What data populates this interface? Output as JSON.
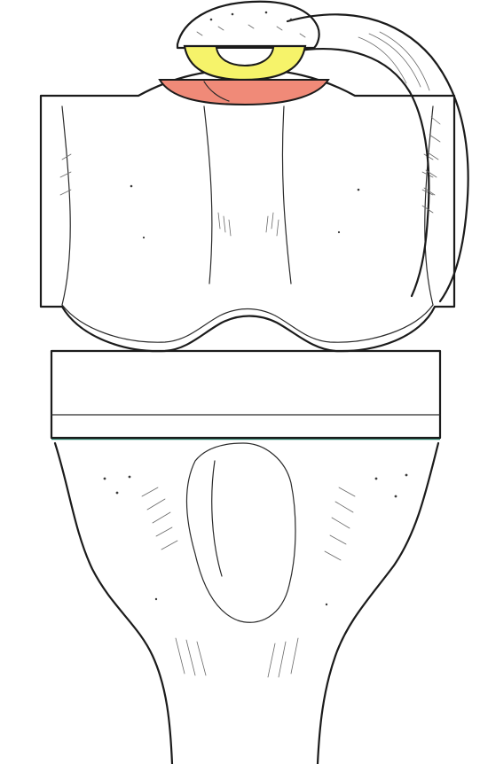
{
  "figure": {
    "subject": "knee-joint-anterior-view-with-prosthesis-cuts",
    "colors": {
      "ink": "#1b1b1b",
      "paper": "#ffffff",
      "patellar_button": "#f6f36a",
      "patellar_cut": "#f08a78",
      "tibial_cut_line": "#2f8a74"
    },
    "parts": [
      "femur-prosthesis",
      "patella",
      "patellar-tendon",
      "patellar-button-component",
      "patellar-resection-layer",
      "tibial-component",
      "tibial-cut-line",
      "tibia-shaft"
    ]
  }
}
